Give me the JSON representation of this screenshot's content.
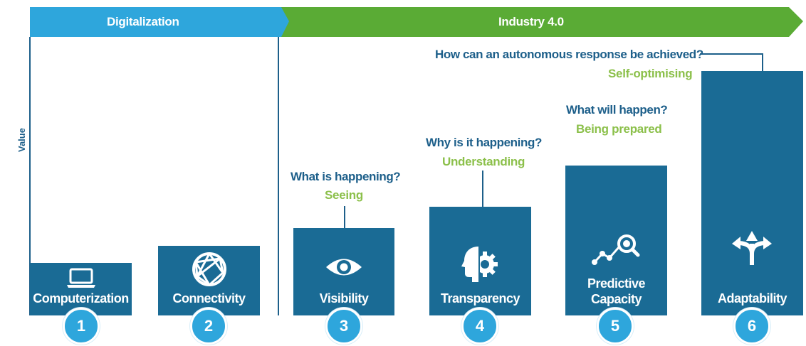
{
  "banner": {
    "digitalization_label": "Digitalization",
    "industry_label": "Industry 4.0",
    "digitalization_color": "#2ea6dc",
    "industry_color": "#5aab35"
  },
  "axis": {
    "label": "Value"
  },
  "stages": [
    {
      "number": "1",
      "label": "Computerization",
      "icon": "laptop-icon"
    },
    {
      "number": "2",
      "label": "Connectivity",
      "icon": "network-globe-icon"
    },
    {
      "number": "3",
      "label": "Visibility",
      "icon": "eye-icon",
      "question": "What is happening?",
      "answer": "Seeing"
    },
    {
      "number": "4",
      "label": "Transparency",
      "icon": "head-gear-icon",
      "question": "Why is it happening?",
      "answer": "Understanding"
    },
    {
      "number": "5",
      "label_line1": "Predictive",
      "label_line2": "Capacity",
      "icon": "trend-magnifier-icon",
      "question": "What will happen?",
      "answer": "Being prepared"
    },
    {
      "number": "6",
      "label": "Adaptability",
      "icon": "branching-arrows-icon",
      "question": "How can an autonomous response be achieved?",
      "answer": "Self-optimising"
    }
  ],
  "colors": {
    "bar": "#1a6b95",
    "question": "#1d5f8a",
    "answer": "#8cc04b",
    "circle": "#2ea6dc"
  }
}
